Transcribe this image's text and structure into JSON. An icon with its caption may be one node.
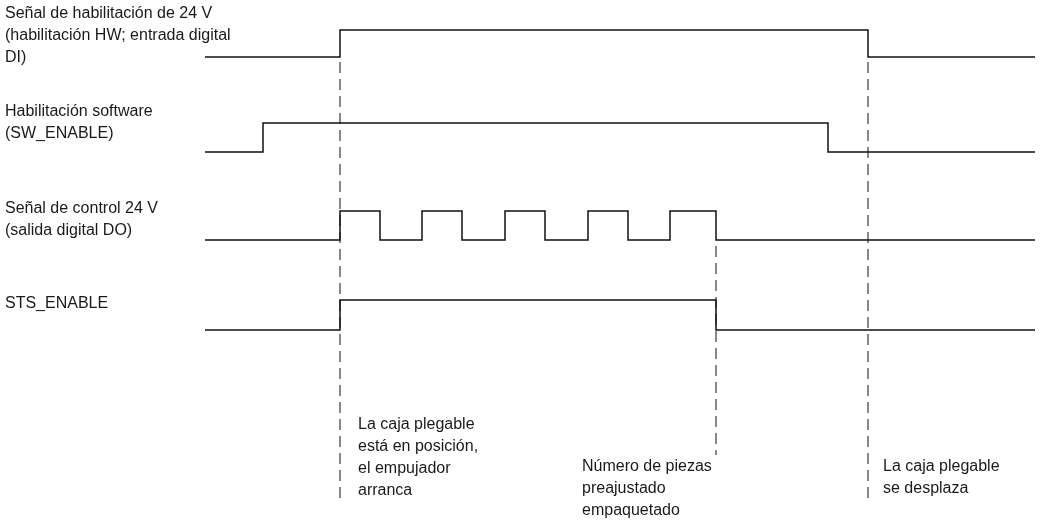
{
  "diagram": {
    "labels": [
      "Señal de habilitación de 24 V (habilitación HW; entrada digital DI)",
      "Habilitación software (SW_ENABLE)",
      "Señal de control 24 V (salida digital DO)",
      "STS_ENABLE",
      "La caja plegable está en posición, el empujador arranca",
      "Número de piezas preajustado empaquetado",
      "La caja plegable se desplaza"
    ]
  }
}
